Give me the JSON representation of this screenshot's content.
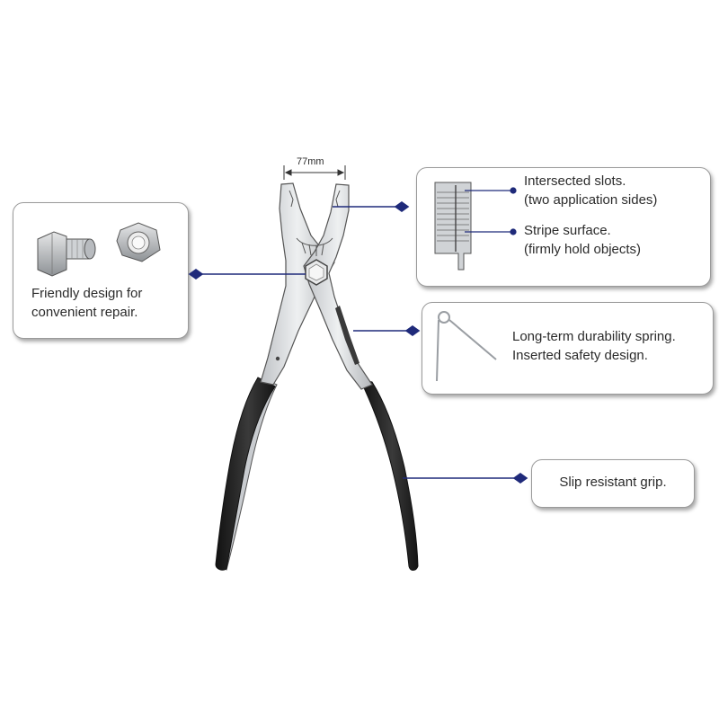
{
  "dimension": {
    "label": "77mm"
  },
  "callouts": {
    "nut": {
      "line1": "Friendly design for",
      "line2": "convenient repair."
    },
    "slots": {
      "line1": "Intersected slots.",
      "line2": "(two application sides)"
    },
    "stripe": {
      "line1": "Stripe surface.",
      "line2": "(firmly hold objects)"
    },
    "spring": {
      "line1": "Long-term durability spring.",
      "line2": "Inserted safety design."
    },
    "grip": {
      "text": "Slip resistant grip."
    }
  },
  "colors": {
    "leader": "#1f2a7a",
    "steel": "#d8dadc",
    "steel_dark": "#8c9096",
    "handle": "#2a2a2a"
  }
}
